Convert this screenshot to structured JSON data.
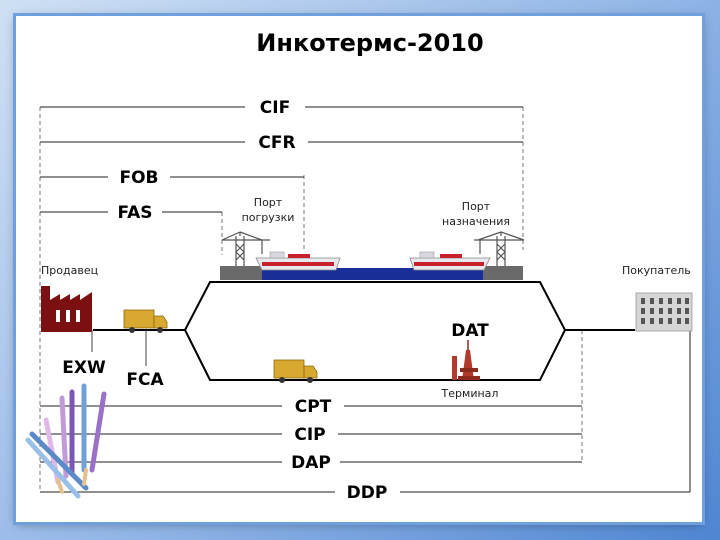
{
  "title": "Инкотермс-2010",
  "terms": {
    "cif": "CIF",
    "cfr": "CFR",
    "fob": "FOB",
    "fas": "FAS",
    "exw": "EXW",
    "fca": "FCA",
    "dat": "DAT",
    "cpt": "CPT",
    "cip": "CIP",
    "dap": "DAP",
    "ddp": "DDP"
  },
  "places": {
    "seller": "Продавец",
    "buyer": "Покупатель",
    "port_loading_1": "Порт",
    "port_loading_2": "погрузки",
    "port_dest_1": "Порт",
    "port_dest_2": "назначения",
    "terminal": "Терминал"
  },
  "icons": [
    "factory-icon",
    "truck-icon",
    "crane-icon",
    "ship-icon",
    "building-icon",
    "terminal-tower-icon",
    "pencils-icon"
  ],
  "colors": {
    "sea": "#1a2e9a",
    "truck": "#d9a830",
    "factory": "#7a1010",
    "ship_stripe": "#c8202c"
  }
}
